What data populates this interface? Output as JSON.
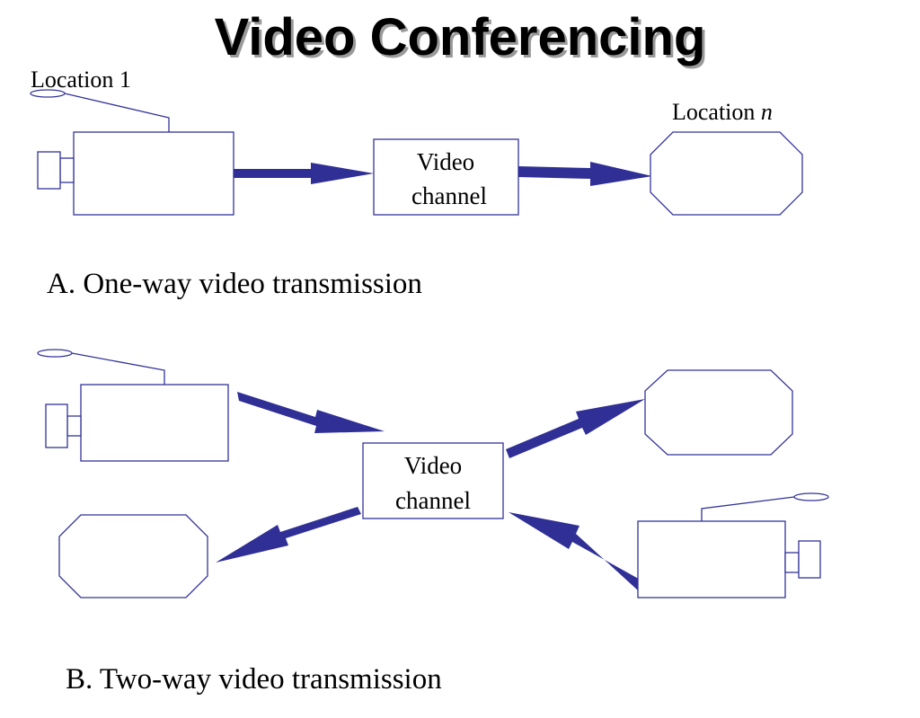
{
  "title": "Video Conferencing",
  "section_a": {
    "caption": "A. One-way video transmission",
    "location_1_label": "Location 1",
    "location_n_prefix": "Location ",
    "location_n_var": "n",
    "channel_line1": "Video",
    "channel_line2": "channel"
  },
  "section_b": {
    "caption": "B. Two-way video transmission",
    "channel_line1": "Video",
    "channel_line2": "channel"
  },
  "colors": {
    "outline": "#33339a",
    "arrow": "#2f2f96",
    "title_shadow": "#9a9a9a"
  }
}
